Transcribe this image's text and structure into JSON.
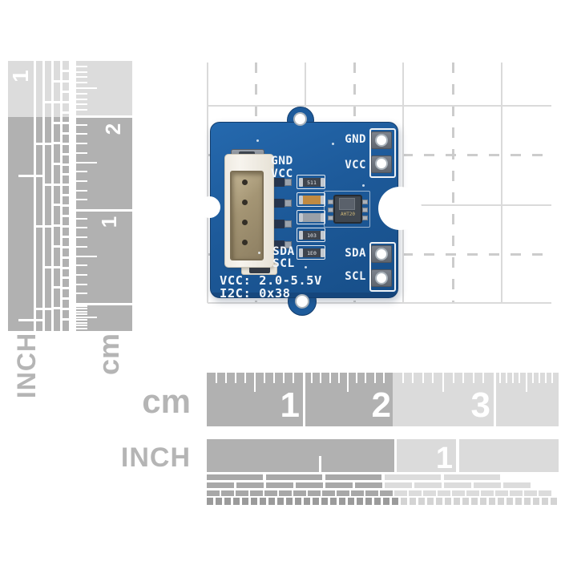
{
  "board": {
    "conn_labels": {
      "top": [
        "GND",
        "VCC"
      ],
      "bottom": [
        "SDA",
        "SCL"
      ]
    },
    "header_labels": {
      "top": [
        "GND",
        "VCC"
      ],
      "bottom": [
        "SDA",
        "SCL"
      ]
    },
    "spec": {
      "line1": "VCC: 2.0-5.5V",
      "line2": "I2C: 0x38"
    },
    "chip_marking": "AHT20",
    "components": [
      "511",
      "",
      "",
      "103",
      "1E0"
    ],
    "colors": {
      "pcb_blue": "#1e5f9f",
      "pcb_edge": "#123d6d",
      "silkscreen_white": "#f2f6fa",
      "connector_cream": "#f2eee6",
      "connector_cavity_tan": "#a49574",
      "ruler_dark_gray": "#b1b1b1",
      "ruler_light_gray": "#dbdbdb",
      "grid_gray": "#dadada"
    }
  },
  "rulers": {
    "left_inch": {
      "label": "INCH",
      "n1": "1"
    },
    "left_cm": {
      "label": "cm",
      "n1": "1",
      "n2": "2"
    },
    "bottom_cm": {
      "label": "cm",
      "numbers": [
        "1",
        "2",
        "3"
      ]
    },
    "bottom_inch": {
      "label": "INCH",
      "numbers": [
        "1"
      ]
    }
  }
}
